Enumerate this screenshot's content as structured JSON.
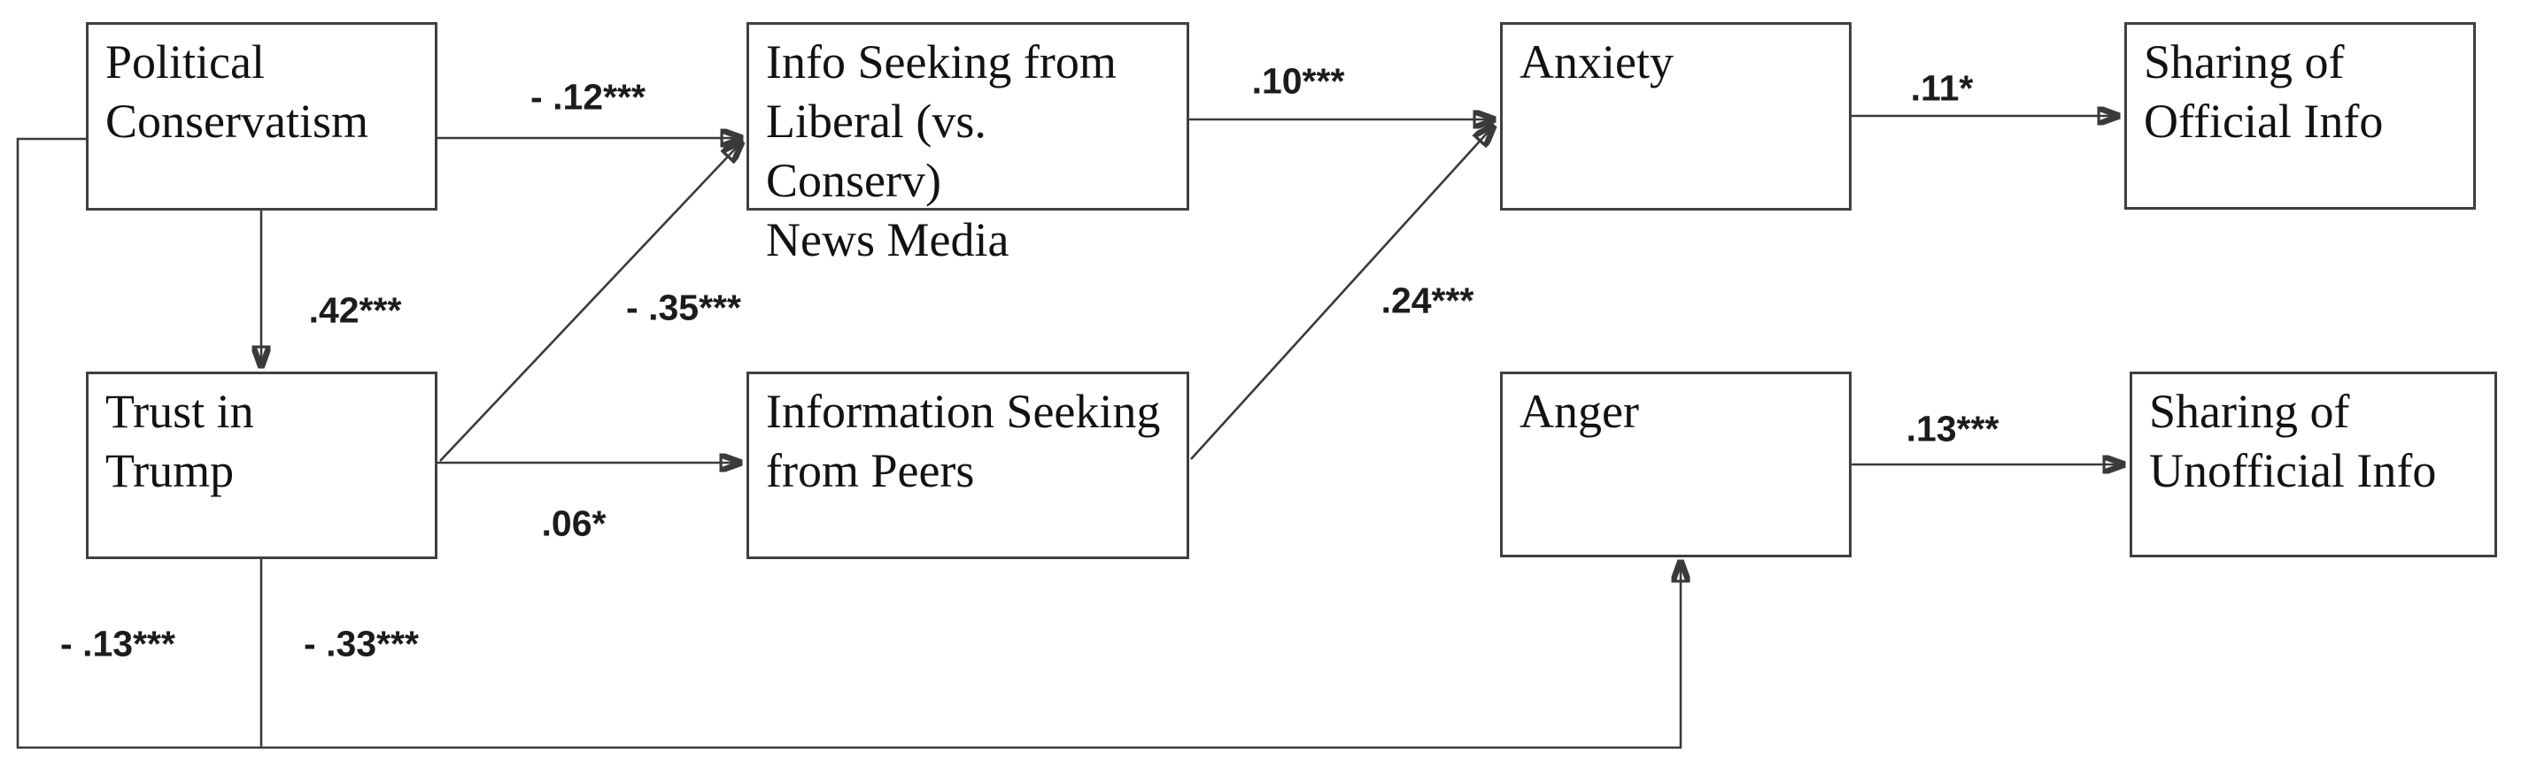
{
  "diagram": {
    "description": "Path model linking political conservatism and trust in Trump to information seeking, emotions, and information sharing",
    "colors": {
      "background": "#ffffff",
      "box_border": "#3f3f3f",
      "line": "#3a3a3a",
      "text": "#121212"
    },
    "boxes": {
      "political_conservatism": {
        "label": "Political\nConservatism"
      },
      "info_seeking_liberal_media": {
        "label": "Info Seeking from\nLiberal (vs. Conserv)\nNews Media"
      },
      "anxiety": {
        "label": "Anxiety"
      },
      "sharing_official_info": {
        "label": "Sharing of\nOfficial Info"
      },
      "trust_in_trump": {
        "label": "Trust in\nTrump"
      },
      "info_seeking_peers": {
        "label": "Information Seeking\nfrom Peers"
      },
      "anger": {
        "label": "Anger"
      },
      "sharing_unofficial_info": {
        "label": "Sharing of\nUnofficial Info"
      }
    },
    "paths": {
      "pc_to_liberal_media": {
        "from": "political_conservatism",
        "to": "info_seeking_liberal_media",
        "coefficient": "- .12***"
      },
      "pc_to_trust": {
        "from": "political_conservatism",
        "to": "trust_in_trump",
        "coefficient": ".42***"
      },
      "trust_to_liberal_media": {
        "from": "trust_in_trump",
        "to": "info_seeking_liberal_media",
        "coefficient": "- .35***"
      },
      "trust_to_peers": {
        "from": "trust_in_trump",
        "to": "info_seeking_peers",
        "coefficient": ".06*"
      },
      "liberal_media_to_anxiety": {
        "from": "info_seeking_liberal_media",
        "to": "anxiety",
        "coefficient": ".10***"
      },
      "peers_to_anxiety": {
        "from": "info_seeking_peers",
        "to": "anxiety",
        "coefficient": ".24***"
      },
      "anxiety_to_official": {
        "from": "anxiety",
        "to": "sharing_official_info",
        "coefficient": ".11*"
      },
      "anger_to_unofficial": {
        "from": "anger",
        "to": "sharing_unofficial_info",
        "coefficient": ".13***"
      },
      "pc_to_anger": {
        "from": "political_conservatism",
        "to": "anger",
        "coefficient": "- .13***"
      },
      "trust_to_anger": {
        "from": "trust_in_trump",
        "to": "anger",
        "coefficient": "- .33***"
      }
    }
  }
}
